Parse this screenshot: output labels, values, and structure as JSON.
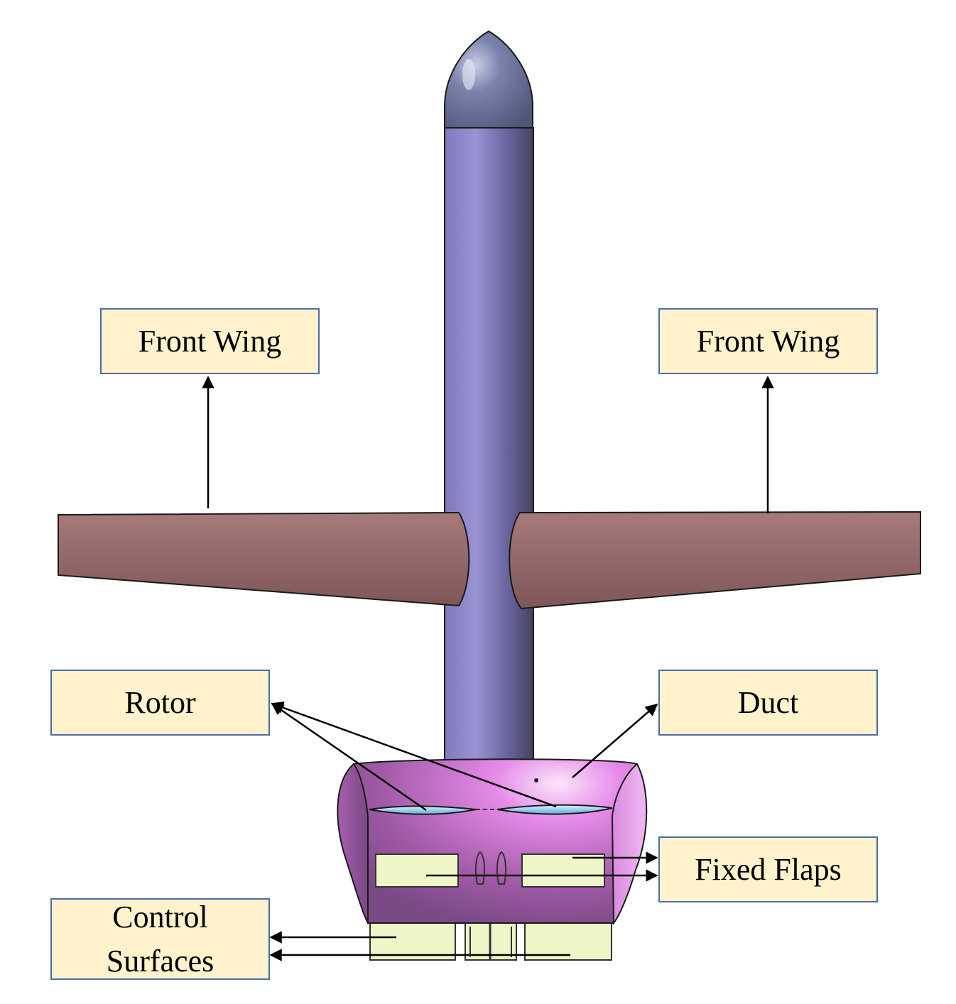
{
  "labels": {
    "front_wing_left": "Front Wing",
    "front_wing_right": "Front Wing",
    "rotor": "Rotor",
    "duct": "Duct",
    "fixed_flaps": "Fixed Flaps",
    "control_surfaces_line1": "Control",
    "control_surfaces_line2": "Surfaces"
  },
  "colors": {
    "label_fill": "#fff2cc",
    "label_border": "#4a6fa5",
    "fuselage": "#8f88c8",
    "nose_cone": "#6c7398",
    "wing": "#8f6466",
    "duct": "#b565b8",
    "rotor_blade": "#9ed0ef",
    "flap": "#eef5c6"
  }
}
